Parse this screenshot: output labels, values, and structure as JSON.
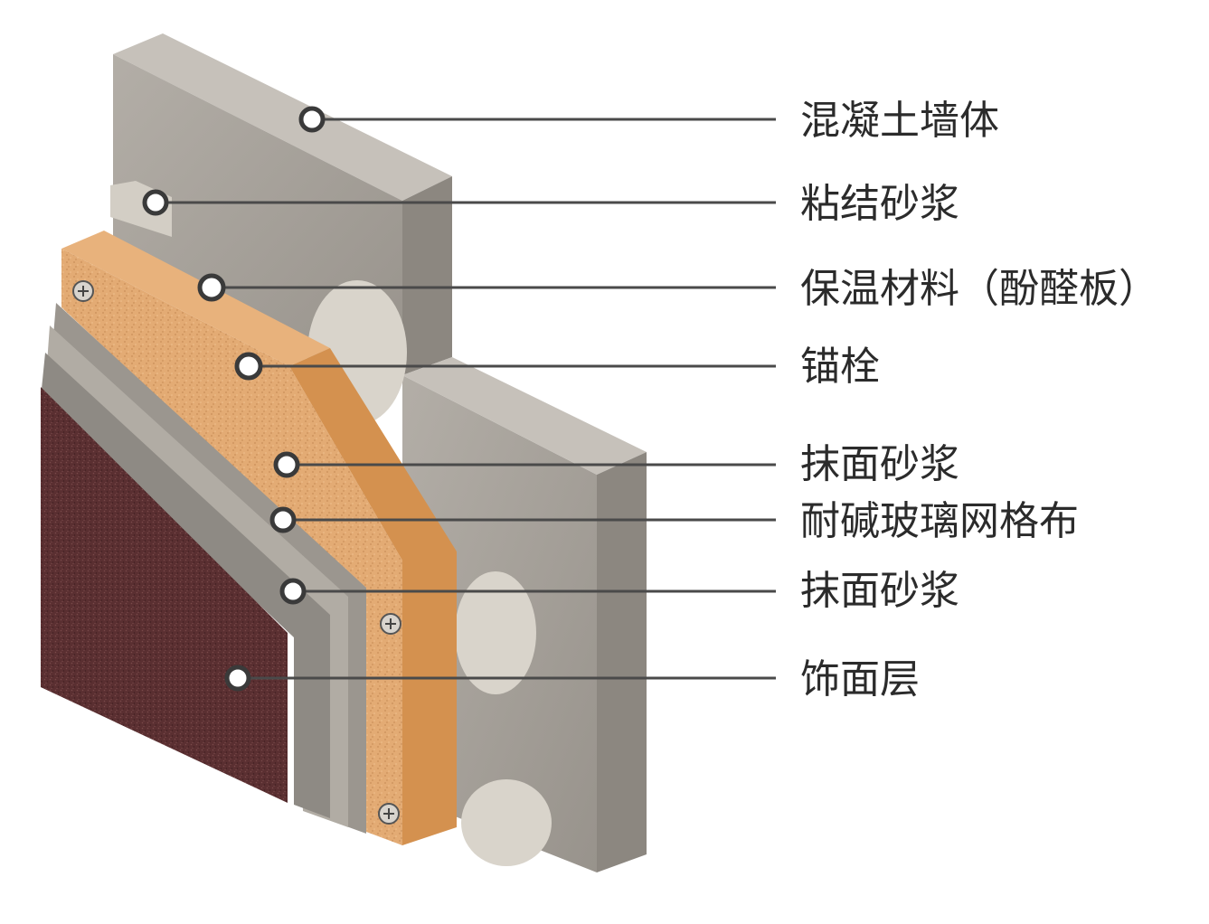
{
  "callouts": [
    {
      "id": "concrete-wall",
      "label": "混凝土墙体"
    },
    {
      "id": "bonding-mortar",
      "label": "粘结砂浆"
    },
    {
      "id": "insulation",
      "label": "保温材料（酚醛板）"
    },
    {
      "id": "anchor-bolt",
      "label": "锚栓"
    },
    {
      "id": "plaster-mortar-1",
      "label": "抹面砂浆"
    },
    {
      "id": "fiberglass-mesh",
      "label": "耐碱玻璃网格布"
    },
    {
      "id": "plaster-mortar-2",
      "label": "抹面砂浆"
    },
    {
      "id": "finish-layer",
      "label": "饰面层"
    }
  ],
  "colors": {
    "concrete": "#a8a39c",
    "concrete_dark": "#8c8780",
    "mortar": "#cfcac1",
    "insulation": "#e0a56c",
    "insulation_side": "#cf8f55",
    "plaster": "#8e8a84",
    "finish": "#5a2f31",
    "leader": "#4a4a4a",
    "text": "#2b2b2b"
  }
}
